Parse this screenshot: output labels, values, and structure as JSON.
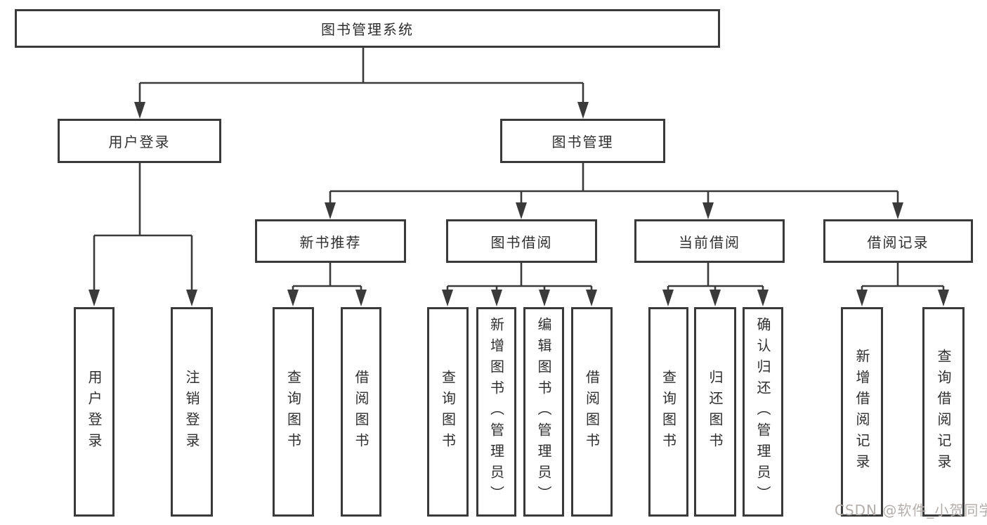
{
  "tree": {
    "root": {
      "label": "图书管理系统"
    },
    "children": [
      {
        "label": "用户登录",
        "children": [
          {
            "label": "用户登录"
          },
          {
            "label": "注销登录"
          }
        ]
      },
      {
        "label": "图书管理",
        "children": [
          {
            "label": "新书推荐",
            "children": [
              {
                "label": "查询图书"
              },
              {
                "label": "借阅图书"
              }
            ]
          },
          {
            "label": "图书借阅",
            "children": [
              {
                "label": "查询图书"
              },
              {
                "label": "新增图书（管理员）"
              },
              {
                "label": "编辑图书（管理员）"
              },
              {
                "label": "借阅图书"
              }
            ]
          },
          {
            "label": "当前借阅",
            "children": [
              {
                "label": "查询图书"
              },
              {
                "label": "归还图书"
              },
              {
                "label": "确认归还（管理员）"
              }
            ]
          },
          {
            "label": "借阅记录",
            "children": [
              {
                "label": "新增借阅记录"
              },
              {
                "label": "查询借阅记录"
              }
            ]
          }
        ]
      }
    ]
  },
  "watermark": {
    "text": "CSDN @软件_小贺同学"
  },
  "colors": {
    "line": "#3a3a3a",
    "text": "#2f2f2f",
    "background": "#ffffff",
    "watermark": "#b3aeab"
  }
}
